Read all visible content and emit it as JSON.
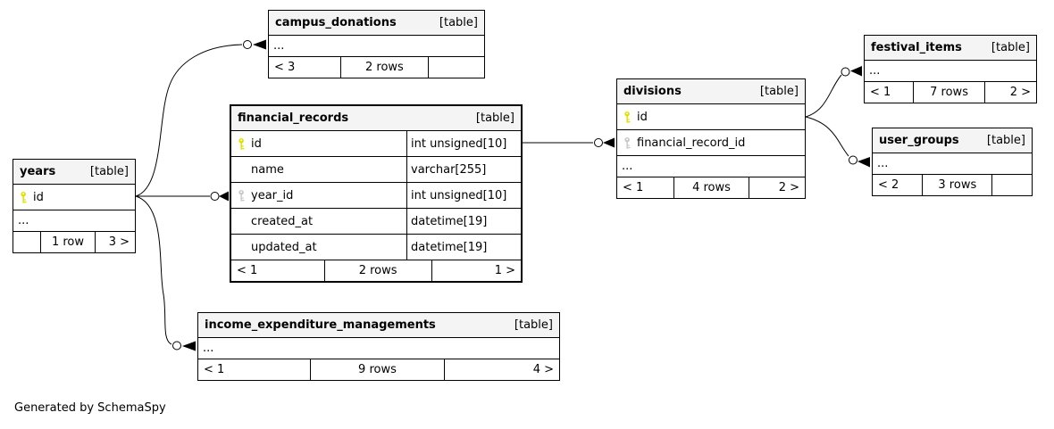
{
  "caption": "Generated by SchemaSpy",
  "ellipsis": "...",
  "colors": {
    "primary_key": "#dfdf00",
    "foreign_key": "#c8c8c8",
    "header_bg": "#f4f4f4",
    "border": "#000000"
  },
  "tables": {
    "years": {
      "name": "years",
      "tag": "[table]",
      "columns": [
        {
          "icon": "primary-key",
          "name": "id"
        }
      ],
      "ellipsis": "...",
      "footer": {
        "left": "",
        "center": "1 row",
        "right": "3 >"
      }
    },
    "campus_donations": {
      "name": "campus_donations",
      "tag": "[table]",
      "ellipsis": "...",
      "footer": {
        "left": "< 3",
        "center": "2 rows",
        "right": ""
      }
    },
    "financial_records": {
      "name": "financial_records",
      "tag": "[table]",
      "columns": [
        {
          "icon": "primary-key",
          "name": "id",
          "type": "int unsigned[10]"
        },
        {
          "icon": "",
          "name": "name",
          "type": "varchar[255]"
        },
        {
          "icon": "foreign-key",
          "name": "year_id",
          "type": "int unsigned[10]"
        },
        {
          "icon": "",
          "name": "created_at",
          "type": "datetime[19]"
        },
        {
          "icon": "",
          "name": "updated_at",
          "type": "datetime[19]"
        }
      ],
      "footer": {
        "left": "< 1",
        "center": "2 rows",
        "right": "1 >"
      }
    },
    "divisions": {
      "name": "divisions",
      "tag": "[table]",
      "columns": [
        {
          "icon": "primary-key",
          "name": "id"
        },
        {
          "icon": "foreign-key",
          "name": "financial_record_id"
        }
      ],
      "ellipsis": "...",
      "footer": {
        "left": "< 1",
        "center": "4 rows",
        "right": "2 >"
      }
    },
    "festival_items": {
      "name": "festival_items",
      "tag": "[table]",
      "ellipsis": "...",
      "footer": {
        "left": "< 1",
        "center": "7 rows",
        "right": "2 >"
      }
    },
    "user_groups": {
      "name": "user_groups",
      "tag": "[table]",
      "ellipsis": "...",
      "footer": {
        "left": "< 2",
        "center": "3 rows",
        "right": ""
      }
    },
    "income_expenditure_managements": {
      "name": "income_expenditure_managements",
      "tag": "[table]",
      "ellipsis": "...",
      "footer": {
        "left": "< 1",
        "center": "9 rows",
        "right": "4 >"
      }
    }
  },
  "relationships": [
    {
      "from": "years.id",
      "to": "campus_donations"
    },
    {
      "from": "years.id",
      "to": "financial_records.year_id"
    },
    {
      "from": "years.id",
      "to": "income_expenditure_managements"
    },
    {
      "from": "financial_records.id",
      "to": "divisions.financial_record_id"
    },
    {
      "from": "divisions.id",
      "to": "festival_items"
    },
    {
      "from": "divisions.id",
      "to": "user_groups"
    }
  ]
}
